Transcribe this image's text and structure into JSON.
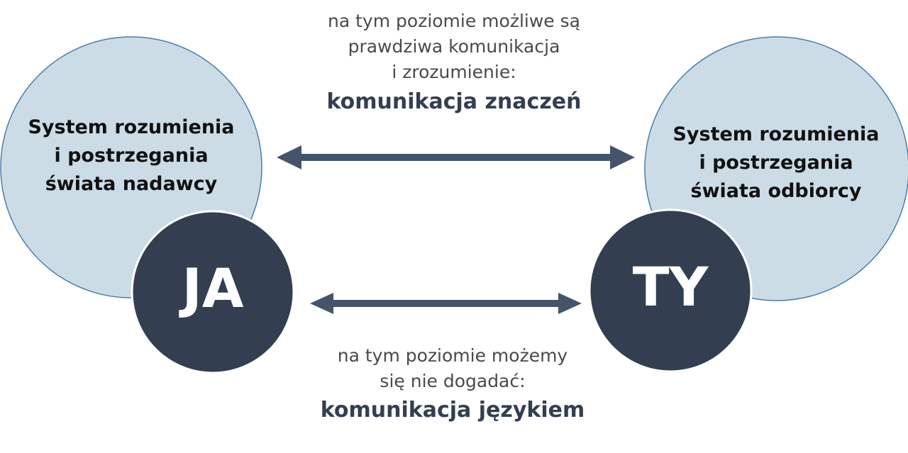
{
  "colors": {
    "light_circle": "#ccdce7",
    "light_border": "#4a7eaa",
    "dark_circle": "#333f50",
    "arrow": "#44546a"
  },
  "top": {
    "lines": [
      "na tym poziomie możliwe są",
      "prawdziwa komunikacja",
      "i zrozumienie:"
    ],
    "bold": "komunikacja znaczeń"
  },
  "bottom": {
    "lines": [
      "na tym poziomie możemy",
      "się nie dogadać:"
    ],
    "bold": "komunikacja językiem"
  },
  "left": {
    "lines": [
      "System rozumienia",
      "i postrzegania",
      "świata nadawcy"
    ],
    "label": "JA"
  },
  "right": {
    "lines": [
      "System rozumienia",
      "i postrzegania",
      "świata odbiorcy"
    ],
    "label": "TY"
  }
}
